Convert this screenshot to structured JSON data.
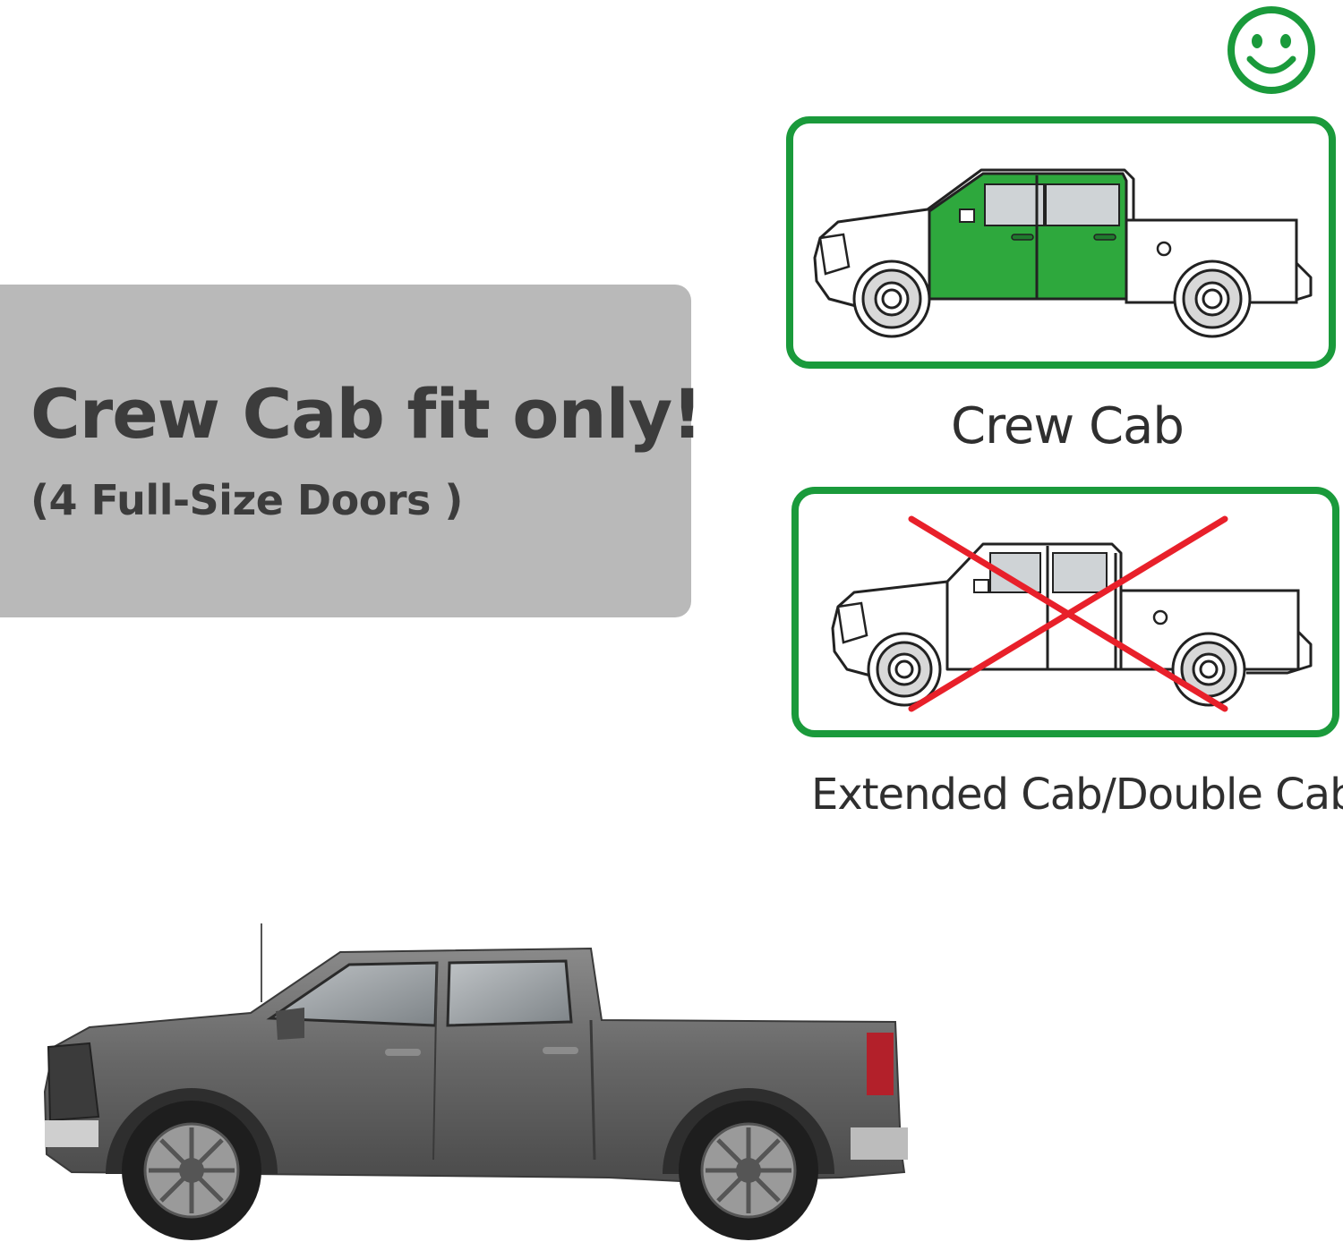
{
  "banner": {
    "headline": "Crew Cab fit only!",
    "subline": "(4 Full-Size Doors )"
  },
  "options": [
    {
      "label": "Crew Cab",
      "fits": true
    },
    {
      "label": "Extended Cab/Double Cab",
      "fits": false
    }
  ],
  "icons": {
    "fit_indicator": "smiley-face-icon",
    "no_fit_indicator": "red-x-icon"
  },
  "colors": {
    "accent_green": "#1a9a3b",
    "highlight_green": "#2ea83d",
    "cross_red": "#e8202a",
    "banner_gray": "#b9b9b9",
    "truck_gray": "#6b6b6b"
  }
}
